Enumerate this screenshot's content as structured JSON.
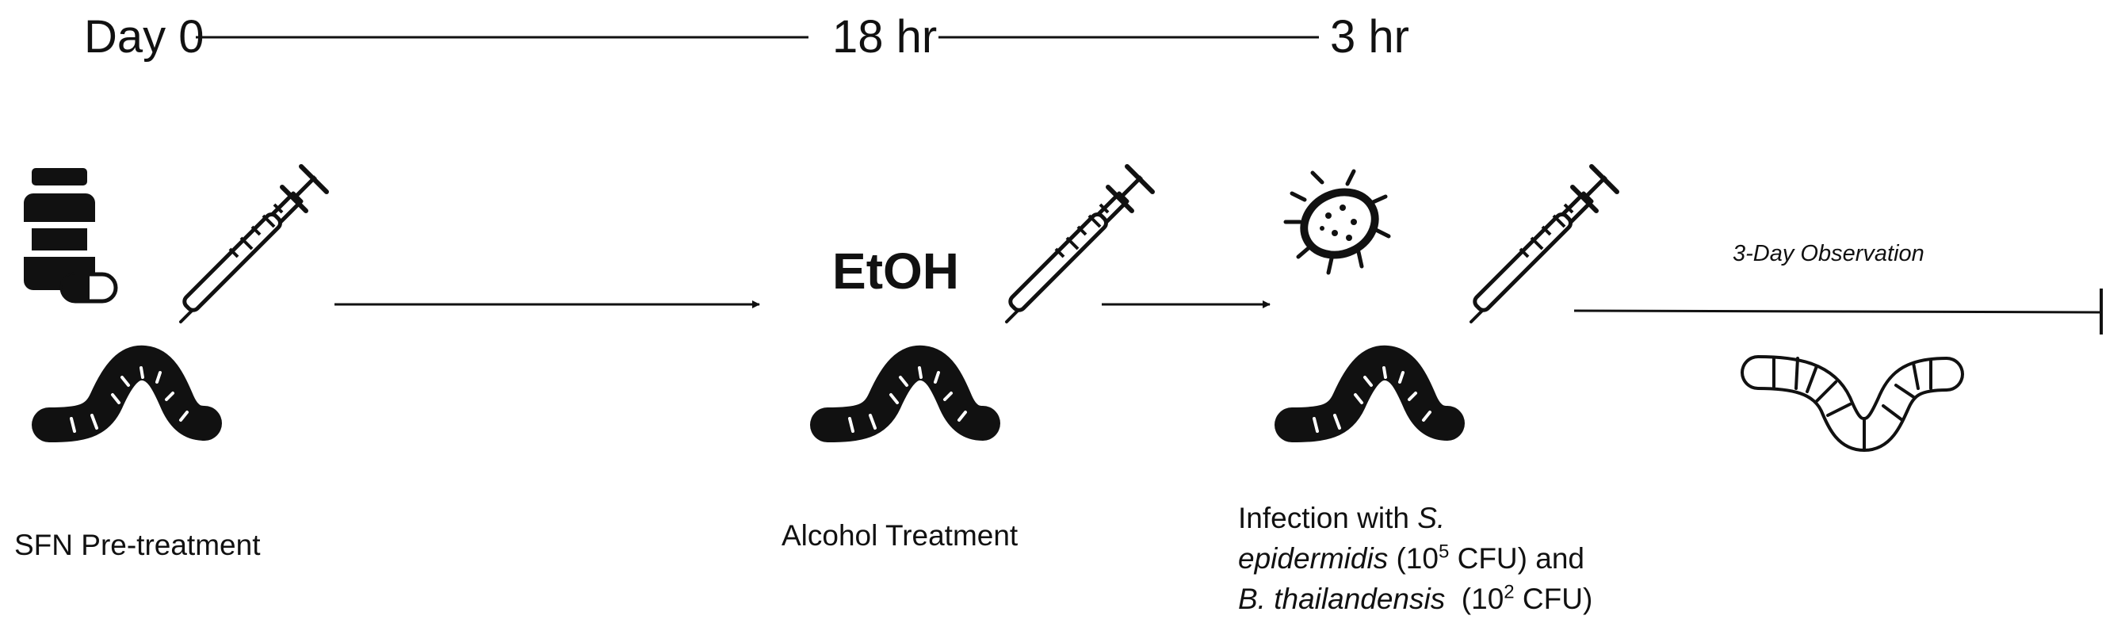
{
  "timeline": {
    "start_label": "Day 0",
    "mid_label": "18 hr",
    "end_label": "3 hr"
  },
  "steps": [
    {
      "id": "sfn",
      "label": "SFN Pre-treatment",
      "icons": [
        "pill-bottle-icon",
        "syringe-icon",
        "worm-icon"
      ]
    },
    {
      "id": "alcohol",
      "label": "Alcohol Treatment",
      "tag": "EtOH",
      "icons": [
        "syringe-icon",
        "worm-icon"
      ]
    },
    {
      "id": "infection",
      "label_parts": {
        "line1_prefix": "Infection with ",
        "line1_italic": "S.",
        "line2_italic": "epidermidis",
        "line2_mid": " (10",
        "line2_sup": "5",
        "line2_suffix": " CFU) and",
        "line3_italic": "B. thailandensis",
        "line3_mid": "  (10",
        "line3_sup": "2",
        "line3_suffix": " CFU)"
      },
      "icons": [
        "bacterium-icon",
        "syringe-icon",
        "worm-icon"
      ]
    }
  ],
  "observation": {
    "label": "3-Day Observation",
    "icon": "outlined-worm-icon"
  }
}
